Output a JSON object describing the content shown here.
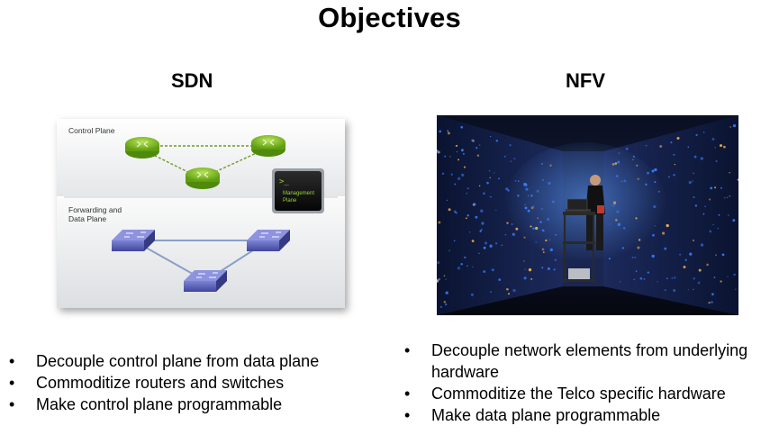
{
  "slide": {
    "title": "Objectives"
  },
  "sdn": {
    "heading": "SDN",
    "figure": {
      "control_plane_label": "Control Plane",
      "forwarding_label_line1": "Forwarding and",
      "forwarding_label_line2": "Data Plane",
      "management_label_line1": "Management",
      "management_label_line2": "Plane",
      "terminal_prompt": ">_"
    },
    "bullets": [
      "Decouple control plane from data plane",
      "Commoditize routers and switches",
      "Make control plane programmable"
    ]
  },
  "nfv": {
    "heading": "NFV",
    "bullets": [
      "Decouple network elements from underlying hardware",
      "Commoditize the Telco specific hardware",
      "Make data plane programmable"
    ]
  },
  "bullet_glyph": "•",
  "colors": {
    "router_green": "#7fc31f",
    "switch_blue": "#5f65b8",
    "link_dashed": "#6e9a2a",
    "link_blue": "#8a9fc7",
    "server_glow": "#3a7bff",
    "server_amber": "#f0b24a"
  }
}
